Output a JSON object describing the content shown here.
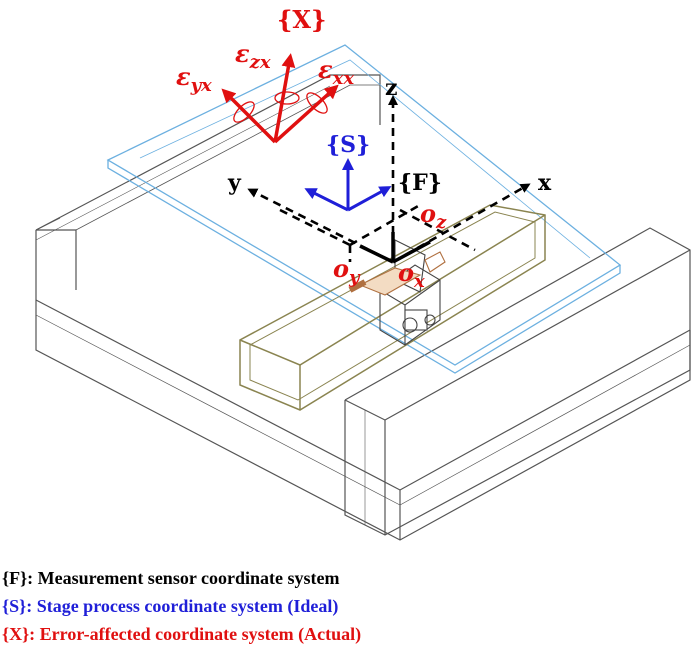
{
  "labels": {
    "X_frame": "{X}",
    "S_frame": "{S}",
    "F_frame": "{F}",
    "axis_x": "x",
    "axis_y": "y",
    "axis_z": "z",
    "eps_zx": "ε",
    "eps_zx_sub": "zx",
    "eps_yx": "ε",
    "eps_yx_sub": "yx",
    "eps_xx": "ε",
    "eps_xx_sub": "xx",
    "o_x": "o",
    "o_x_sub": "x",
    "o_y": "o",
    "o_y_sub": "y",
    "o_z": "o",
    "o_z_sub": "z"
  },
  "legend": [
    {
      "text": "{F}: Measurement sensor coordinate system",
      "color": "#000000"
    },
    {
      "text": "{S}: Stage process coordinate system (Ideal)",
      "color": "#1f1fd8"
    },
    {
      "text": "{X}: Error-affected coordinate system (Actual)",
      "color": "#e01010"
    }
  ],
  "colors": {
    "red": "#e01010",
    "blue": "#1f1fd8",
    "black": "#000000",
    "outline": "#555555",
    "glass": "#6cb0e0",
    "rail": "#8a8450"
  }
}
